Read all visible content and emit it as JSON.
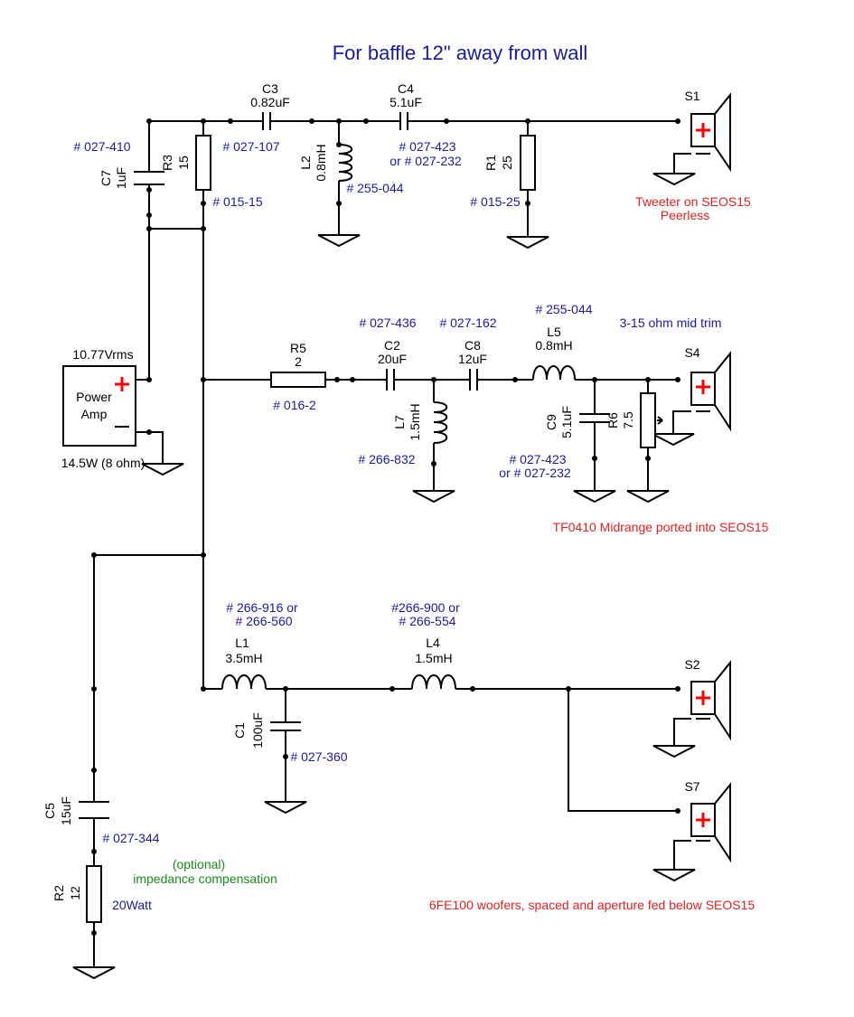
{
  "title": "For baffle 12\" away from wall",
  "source": {
    "label1": "Power",
    "label2": "Amp",
    "voltage": "10.77Vrms",
    "power": "14.5W (8 ohm)"
  },
  "components": {
    "C3": {
      "ref": "C3",
      "value": "0.82uF",
      "part": "# 027-107"
    },
    "C4": {
      "ref": "C4",
      "value": "5.1uF",
      "part1": "# 027-423",
      "part2": "or # 027-232"
    },
    "C7": {
      "ref": "C7",
      "value": "1uF",
      "part": "# 027-410"
    },
    "R3": {
      "ref": "R3",
      "value": "15",
      "part": "# 015-15"
    },
    "L2": {
      "ref": "L2",
      "value": "0.8mH",
      "part": "# 255-044"
    },
    "R1": {
      "ref": "R1",
      "value": "25",
      "part": "# 015-25"
    },
    "R5": {
      "ref": "R5",
      "value": "2",
      "part": "# 016-2"
    },
    "C2": {
      "ref": "C2",
      "value": "20uF",
      "part": "# 027-436"
    },
    "C8": {
      "ref": "C8",
      "value": "12uF",
      "part": "# 027-162"
    },
    "L7": {
      "ref": "L7",
      "value": "1.5mH",
      "part": "# 266-832"
    },
    "L5": {
      "ref": "L5",
      "value": "0.8mH",
      "part": "# 255-044"
    },
    "C9": {
      "ref": "C9",
      "value": "5.1uF",
      "part1": "# 027-423",
      "part2": "or # 027-232"
    },
    "R6": {
      "ref": "R6",
      "value": "7.5"
    },
    "L1": {
      "ref": "L1",
      "value": "3.5mH",
      "part1": "# 266-916 or",
      "part2": "# 266-560"
    },
    "L4": {
      "ref": "L4",
      "value": "1.5mH",
      "part1": "#266-900 or",
      "part2": "# 266-554"
    },
    "C1": {
      "ref": "C1",
      "value": "100uF",
      "part": "# 027-360"
    },
    "C5": {
      "ref": "C5",
      "value": "15uF",
      "part": "# 027-344"
    },
    "R2": {
      "ref": "R2",
      "value": "12",
      "power": "20Watt"
    }
  },
  "speakers": {
    "S1": "S1",
    "S4": "S4",
    "S2": "S2",
    "S7": "S7"
  },
  "notes": {
    "tweeter1": "Tweeter on SEOS15",
    "tweeter2": "Peerless",
    "mid_trim": "3-15 ohm mid trim",
    "midrange": "TF0410 Midrange ported into SEOS15",
    "woofers": "6FE100 woofers, spaced and aperture fed below SEOS15",
    "optional1": "(optional)",
    "optional2": "impedance compensation"
  },
  "symbols": {
    "plus": "+",
    "minus": "−"
  }
}
